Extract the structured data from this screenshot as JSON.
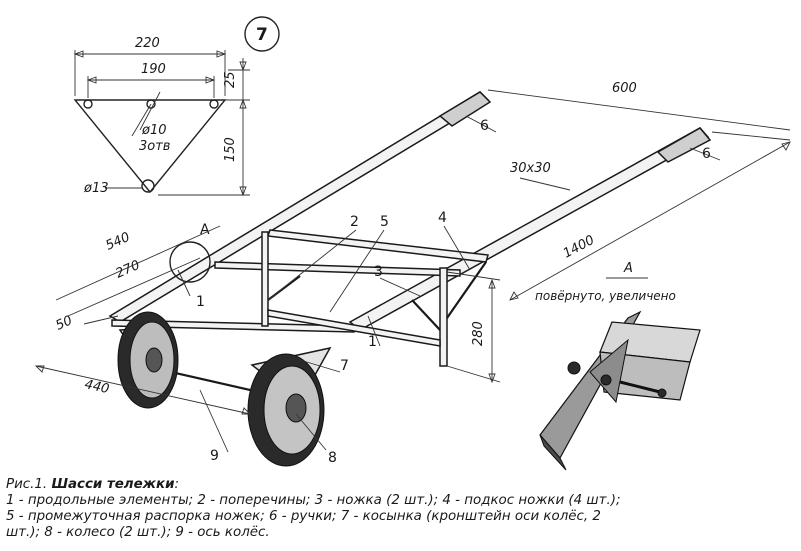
{
  "sheet_number": "7",
  "gusset_dims": {
    "width": "220",
    "hole_spacing": "190",
    "top_offset": "25",
    "height": "150",
    "hole_dia": "ø10",
    "hole_count": "3отв",
    "axle_hole": "ø13"
  },
  "dims": {
    "handle_spacing": "600",
    "tube_section": "30x30",
    "frame_length": "1400",
    "d540": "540",
    "d270": "270",
    "d50": "50",
    "d440": "440",
    "d280": "280"
  },
  "callouts": {
    "c1": "1",
    "c1b": "1",
    "c2": "2",
    "c3": "3",
    "c4": "4",
    "c5": "5",
    "c6a": "6",
    "c6b": "6",
    "c7": "7",
    "c8": "8",
    "c9": "9",
    "view_a": "A"
  },
  "detail": {
    "letter": "A",
    "caption": "повёрнуто, увеличено"
  },
  "caption": {
    "fig_label": "Рис.1.",
    "title": "Шасси тележки",
    "line1": "1 - продольные элементы; 2 - поперечины; 3 - ножка (2 шт.); 4 - подкос ножки (4 шт.);",
    "line2": "5 - промежуточная распорка ножек; 6 - ручки; 7 - косынка (кронштейн оси колёс, 2",
    "line3": "шт.); 8 - колесо (2 шт.); 9 - ось колёс."
  }
}
